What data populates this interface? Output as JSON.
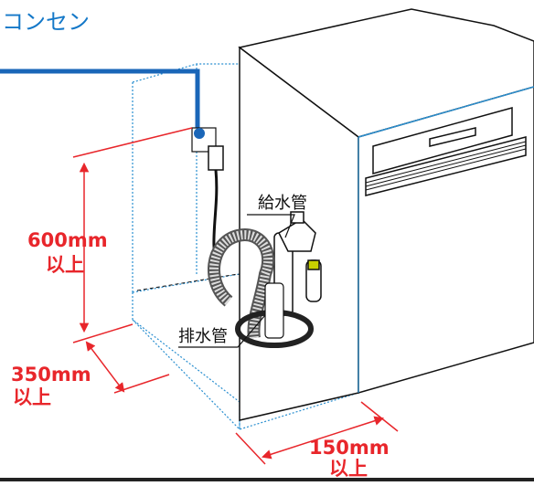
{
  "outlet_label": "コンセン",
  "supply_label": "給水管",
  "drain_label": "排水管",
  "height_dim": {
    "value": "600mm",
    "suffix": "以上"
  },
  "depth_dim": {
    "value": "350mm",
    "suffix": "以上"
  },
  "width_dim": {
    "value": "150mm",
    "suffix": "以上"
  },
  "colors": {
    "dimension": "#e8262b",
    "pipe": "#1478c8",
    "outline": "#111111"
  }
}
